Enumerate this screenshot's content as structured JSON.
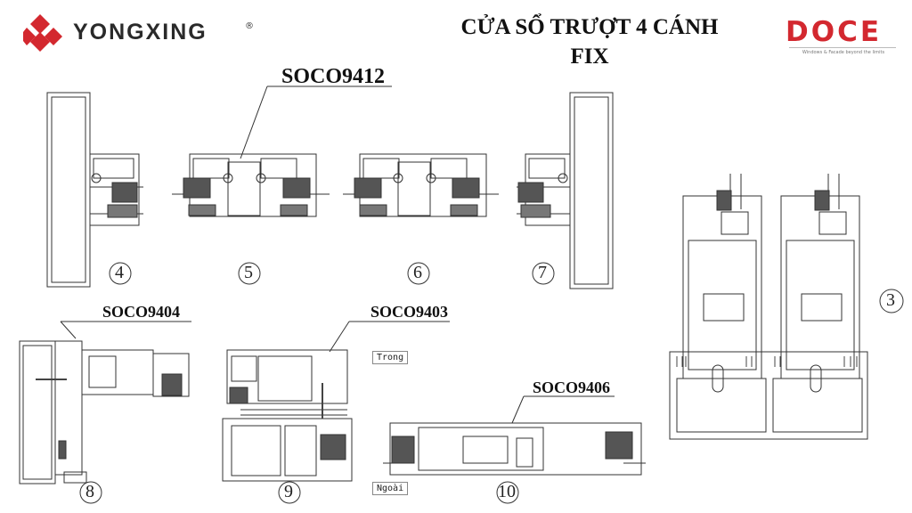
{
  "header": {
    "brand_left": "YONGXING",
    "brand_left_mark": "®",
    "title_line1": "CỬA SỔ TRƯỢT 4 CÁNH",
    "title_line2": "FIX",
    "brand_right": "DOCE",
    "brand_right_tagline": "Windows & Facade beyond the limits",
    "colors": {
      "brand_red": "#d3282f",
      "line": "#333333"
    }
  },
  "labels": {
    "soco9412": "SOCO9412",
    "soco9404": "SOCO9404",
    "soco9403": "SOCO9403",
    "soco9406": "SOCO9406",
    "trong": "Trong",
    "ngoai": "Ngoài"
  },
  "section_numbers": {
    "n3": "3",
    "n4": "4",
    "n5": "5",
    "n6": "6",
    "n7": "7",
    "n8": "8",
    "n9": "9",
    "n10": "10"
  }
}
